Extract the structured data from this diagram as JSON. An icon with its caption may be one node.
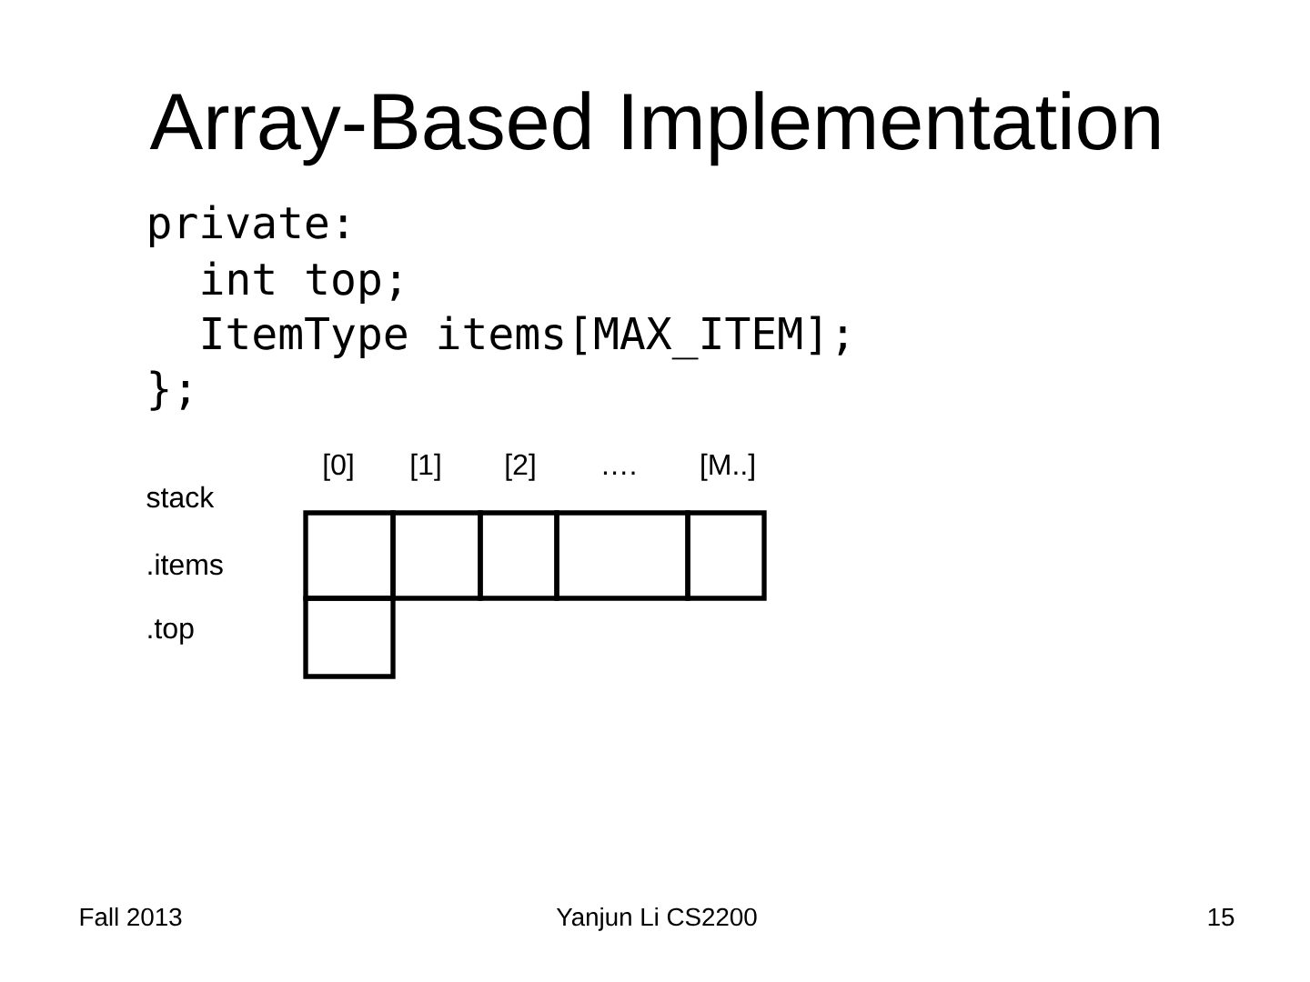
{
  "diagram": {
    "title": "Array-Based Implementation",
    "nodes": [
      {
        "text": [],
        "shape": "box"
      },
      {
        "text": [],
        "shape": "box"
      },
      {
        "text": [],
        "shape": "box"
      },
      {
        "text": [],
        "shape": "box"
      },
      {
        "text": [],
        "shape": "box"
      },
      {
        "text": [],
        "shape": "box"
      }
    ],
    "labels": [
      "private:",
      "int top;",
      "ItemType items[MAX_ITEM];",
      "};",
      "[0]",
      "[1]",
      "[2]",
      "….",
      "[M..]",
      "stack",
      ".items",
      ".top",
      "Fall 2013",
      "Yanjun Li CS2200",
      "15"
    ]
  }
}
